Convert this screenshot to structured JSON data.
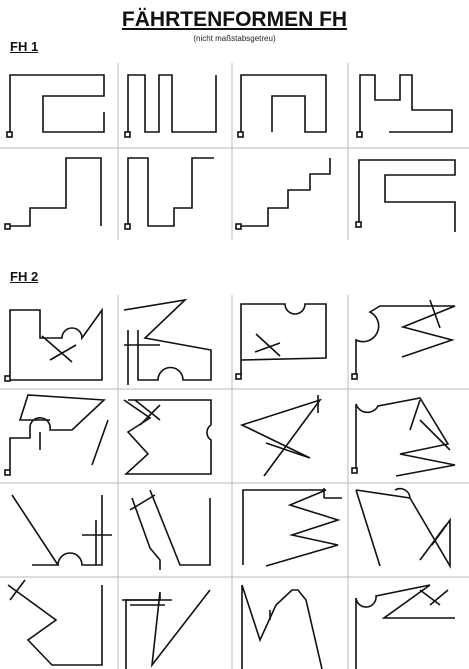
{
  "title": "FÄHRTENFORMEN FH",
  "subtitle": "(nicht maßstabsgetreu)",
  "sections": [
    {
      "label": "FH 1"
    },
    {
      "label": "FH 2"
    }
  ]
}
